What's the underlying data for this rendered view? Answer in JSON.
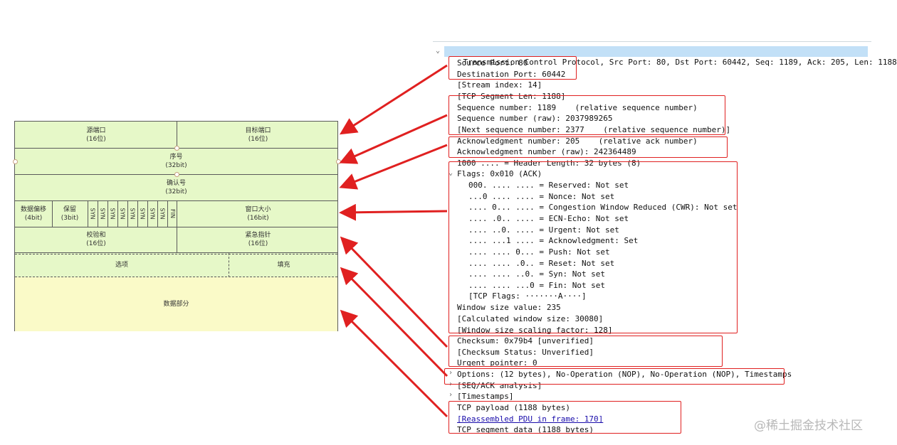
{
  "diagram": {
    "src_port": "源端口",
    "src_port_bits": "(16位)",
    "dst_port": "目标端口",
    "dst_port_bits": "(16位)",
    "seq": "序号",
    "seq_bits": "(32bit)",
    "ack": "确认号",
    "ack_bits": "(32bit)",
    "data_offset": "数据偏移",
    "data_offset_bits": "(4bit)",
    "reserved": "保留",
    "reserved_bits": "(3bit)",
    "flags": [
      "SYN",
      "SYN",
      "SYN",
      "SYN",
      "SYN",
      "SYN",
      "SYN",
      "SYN",
      "FIN"
    ],
    "window": "窗口大小",
    "window_bits": "(16bit)",
    "checksum": "校验和",
    "checksum_bits": "(16位)",
    "urgent": "紧急指针",
    "urgent_bits": "(16位)",
    "options": "选项",
    "padding": "填充",
    "data": "数据部分"
  },
  "tree": {
    "header": "Transmission Control Protocol, Src Port: 80, Dst Port: 60442, Seq: 1189, Ack: 205, Len: 1188",
    "src_port": "Source Port: 80",
    "dst_port": "Destination Port: 60442",
    "stream_index": "[Stream index: 14]",
    "seg_len": "[TCP Segment Len: 1188]",
    "seq_num": "Sequence number: 1189    (relative sequence number)",
    "seq_raw": "Sequence number (raw): 2037989265",
    "next_seq": "[Next sequence number: 2377    (relative sequence number)]",
    "ack_num": "Acknowledgment number: 205    (relative ack number)",
    "ack_raw": "Acknowledgment number (raw): 242364489",
    "header_len": "1000 .... = Header Length: 32 bytes (8)",
    "flags": "Flags: 0x010 (ACK)",
    "f_reserved": "000. .... .... = Reserved: Not set",
    "f_nonce": "...0 .... .... = Nonce: Not set",
    "f_cwr": ".... 0... .... = Congestion Window Reduced (CWR): Not set",
    "f_ece": ".... .0.. .... = ECN-Echo: Not set",
    "f_urg": ".... ..0. .... = Urgent: Not set",
    "f_ack": ".... ...1 .... = Acknowledgment: Set",
    "f_push": ".... .... 0... = Push: Not set",
    "f_reset": ".... .... .0.. = Reset: Not set",
    "f_syn": ".... .... ..0. = Syn: Not set",
    "f_fin": ".... .... ...0 = Fin: Not set",
    "f_tcpflags": "[TCP Flags: ·······A····]",
    "win_val": "Window size value: 235",
    "calc_win": "[Calculated window size: 30080]",
    "win_scale": "[Window size scaling factor: 128]",
    "checksum": "Checksum: 0x79b4 [unverified]",
    "checksum_status": "[Checksum Status: Unverified]",
    "urgent_ptr": "Urgent pointer: 0",
    "options": "Options: (12 bytes), No-Operation (NOP), No-Operation (NOP), Timestamps",
    "seq_ack": "[SEQ/ACK analysis]",
    "timestamps": "[Timestamps]",
    "payload": "TCP payload (1188 bytes)",
    "reassembled": "[Reassembled PDU in frame: 170]",
    "seg_data": "TCP segment data (1188 bytes)"
  },
  "watermark": "@稀土掘金技术社区",
  "colors": {
    "header_cells": "#e6f8c8",
    "data_cell": "#fafac8",
    "annotation_red": "#e02020",
    "selected_row": "#c2e0f7"
  }
}
